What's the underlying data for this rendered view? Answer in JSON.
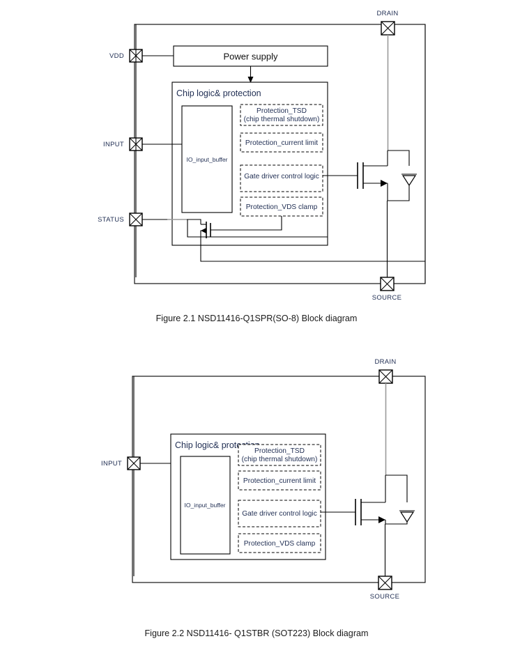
{
  "document": {
    "type": "datasheet-block-diagrams",
    "part_family": "NSD11416"
  },
  "figures": [
    {
      "id": "figure-2-1",
      "caption": "Figure 2.1 NSD11416-Q1SPR(SO-8) Block diagram",
      "pins": [
        {
          "name": "VDD",
          "label": "VDD",
          "side": "left"
        },
        {
          "name": "INPUT",
          "label": "INPUT",
          "side": "left"
        },
        {
          "name": "STATUS",
          "label": "STATUS",
          "side": "left"
        },
        {
          "name": "DRAIN",
          "label": "DRAIN",
          "side": "top"
        },
        {
          "name": "SOURCE",
          "label": "SOURCE",
          "side": "bottom"
        }
      ],
      "blocks": {
        "power_supply": "Power supply",
        "chip_logic": "Chip logic& protection",
        "io_buffer": "IO_input_buffer",
        "protection_tsd_line1": "Protection_TSD",
        "protection_tsd_line2": "(chip thermal shutdown)",
        "protection_current_limit": "Protection_current limit",
        "gate_driver": "Gate driver control logic",
        "protection_vds_clamp": "Protection_VDS clamp"
      },
      "devices": {
        "power_fet": "n-channel-mosfet-with-body-diode",
        "status_fet": "n-channel-mosfet-open-drain"
      }
    },
    {
      "id": "figure-2-2",
      "caption": "Figure 2.2 NSD11416- Q1STBR (SOT223) Block diagram",
      "pins": [
        {
          "name": "INPUT",
          "label": "INPUT",
          "side": "left"
        },
        {
          "name": "DRAIN",
          "label": "DRAIN",
          "side": "top"
        },
        {
          "name": "SOURCE",
          "label": "SOURCE",
          "side": "bottom"
        }
      ],
      "blocks": {
        "chip_logic": "Chip logic& protection",
        "io_buffer": "IO_input_buffer",
        "protection_tsd_line1": "Protection_TSD",
        "protection_tsd_line2": "(chip thermal shutdown)",
        "protection_current_limit": "Protection_current limit",
        "gate_driver": "Gate driver control logic",
        "protection_vds_clamp": "Protection_VDS clamp"
      },
      "devices": {
        "power_fet": "n-channel-mosfet-with-body-diode"
      }
    }
  ],
  "colors": {
    "text_navy": "#1f2d52",
    "wire_black": "#000000",
    "wire_grey": "#9a9a9a",
    "background": "#ffffff"
  }
}
